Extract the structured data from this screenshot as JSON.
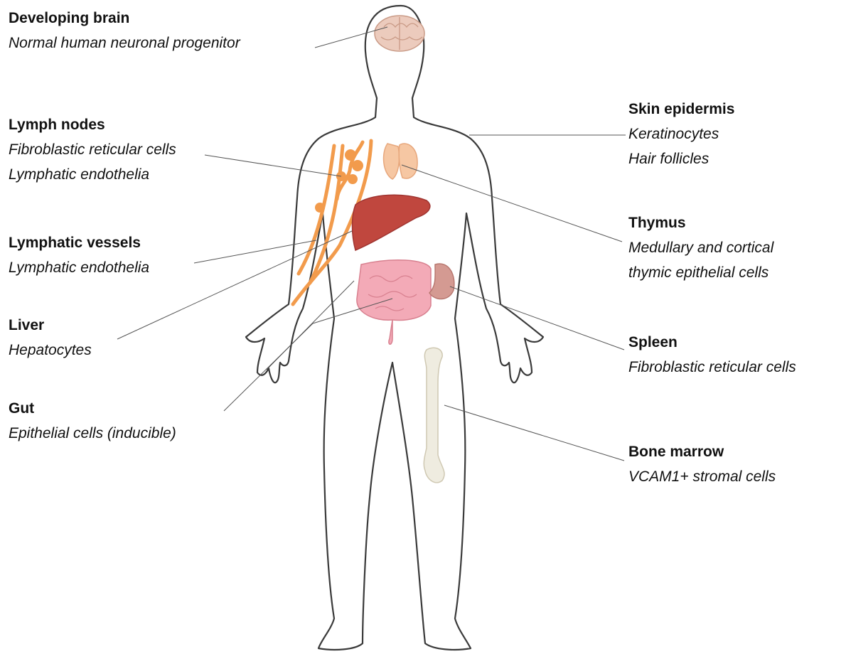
{
  "labels": [
    {
      "key": "brain",
      "title": "Developing brain",
      "lines": [
        "Normal human neuronal progenitor"
      ]
    },
    {
      "key": "lymph-nodes",
      "title": "Lymph nodes",
      "lines": [
        "Fibroblastic reticular cells",
        "Lymphatic endothelia"
      ]
    },
    {
      "key": "lymphatic-vessels",
      "title": "Lymphatic vessels",
      "lines": [
        "Lymphatic endothelia"
      ]
    },
    {
      "key": "liver",
      "title": "Liver",
      "lines": [
        "Hepatocytes"
      ]
    },
    {
      "key": "gut",
      "title": "Gut",
      "lines": [
        "Epithelial cells (inducible)"
      ]
    },
    {
      "key": "skin",
      "title": "Skin epidermis",
      "lines": [
        "Keratinocytes",
        "Hair follicles"
      ]
    },
    {
      "key": "thymus",
      "title": "Thymus",
      "lines": [
        "Medullary and cortical",
        "thymic epithelial cells"
      ]
    },
    {
      "key": "spleen",
      "title": "Spleen",
      "lines": [
        "Fibroblastic reticular cells"
      ]
    },
    {
      "key": "bone-marrow",
      "title": "Bone marrow",
      "lines": [
        "VCAM1+ stromal cells"
      ]
    }
  ],
  "colors": {
    "outline": "#3a3a3a",
    "leader": "#555555",
    "brain": "#eccbbd",
    "lymphatic": "#f29b4c",
    "thymus": "#f6c7a3",
    "liver": "#c0473e",
    "intestine": "#f3aab7",
    "spleen": "#d49a92",
    "bone": "#efece0"
  }
}
